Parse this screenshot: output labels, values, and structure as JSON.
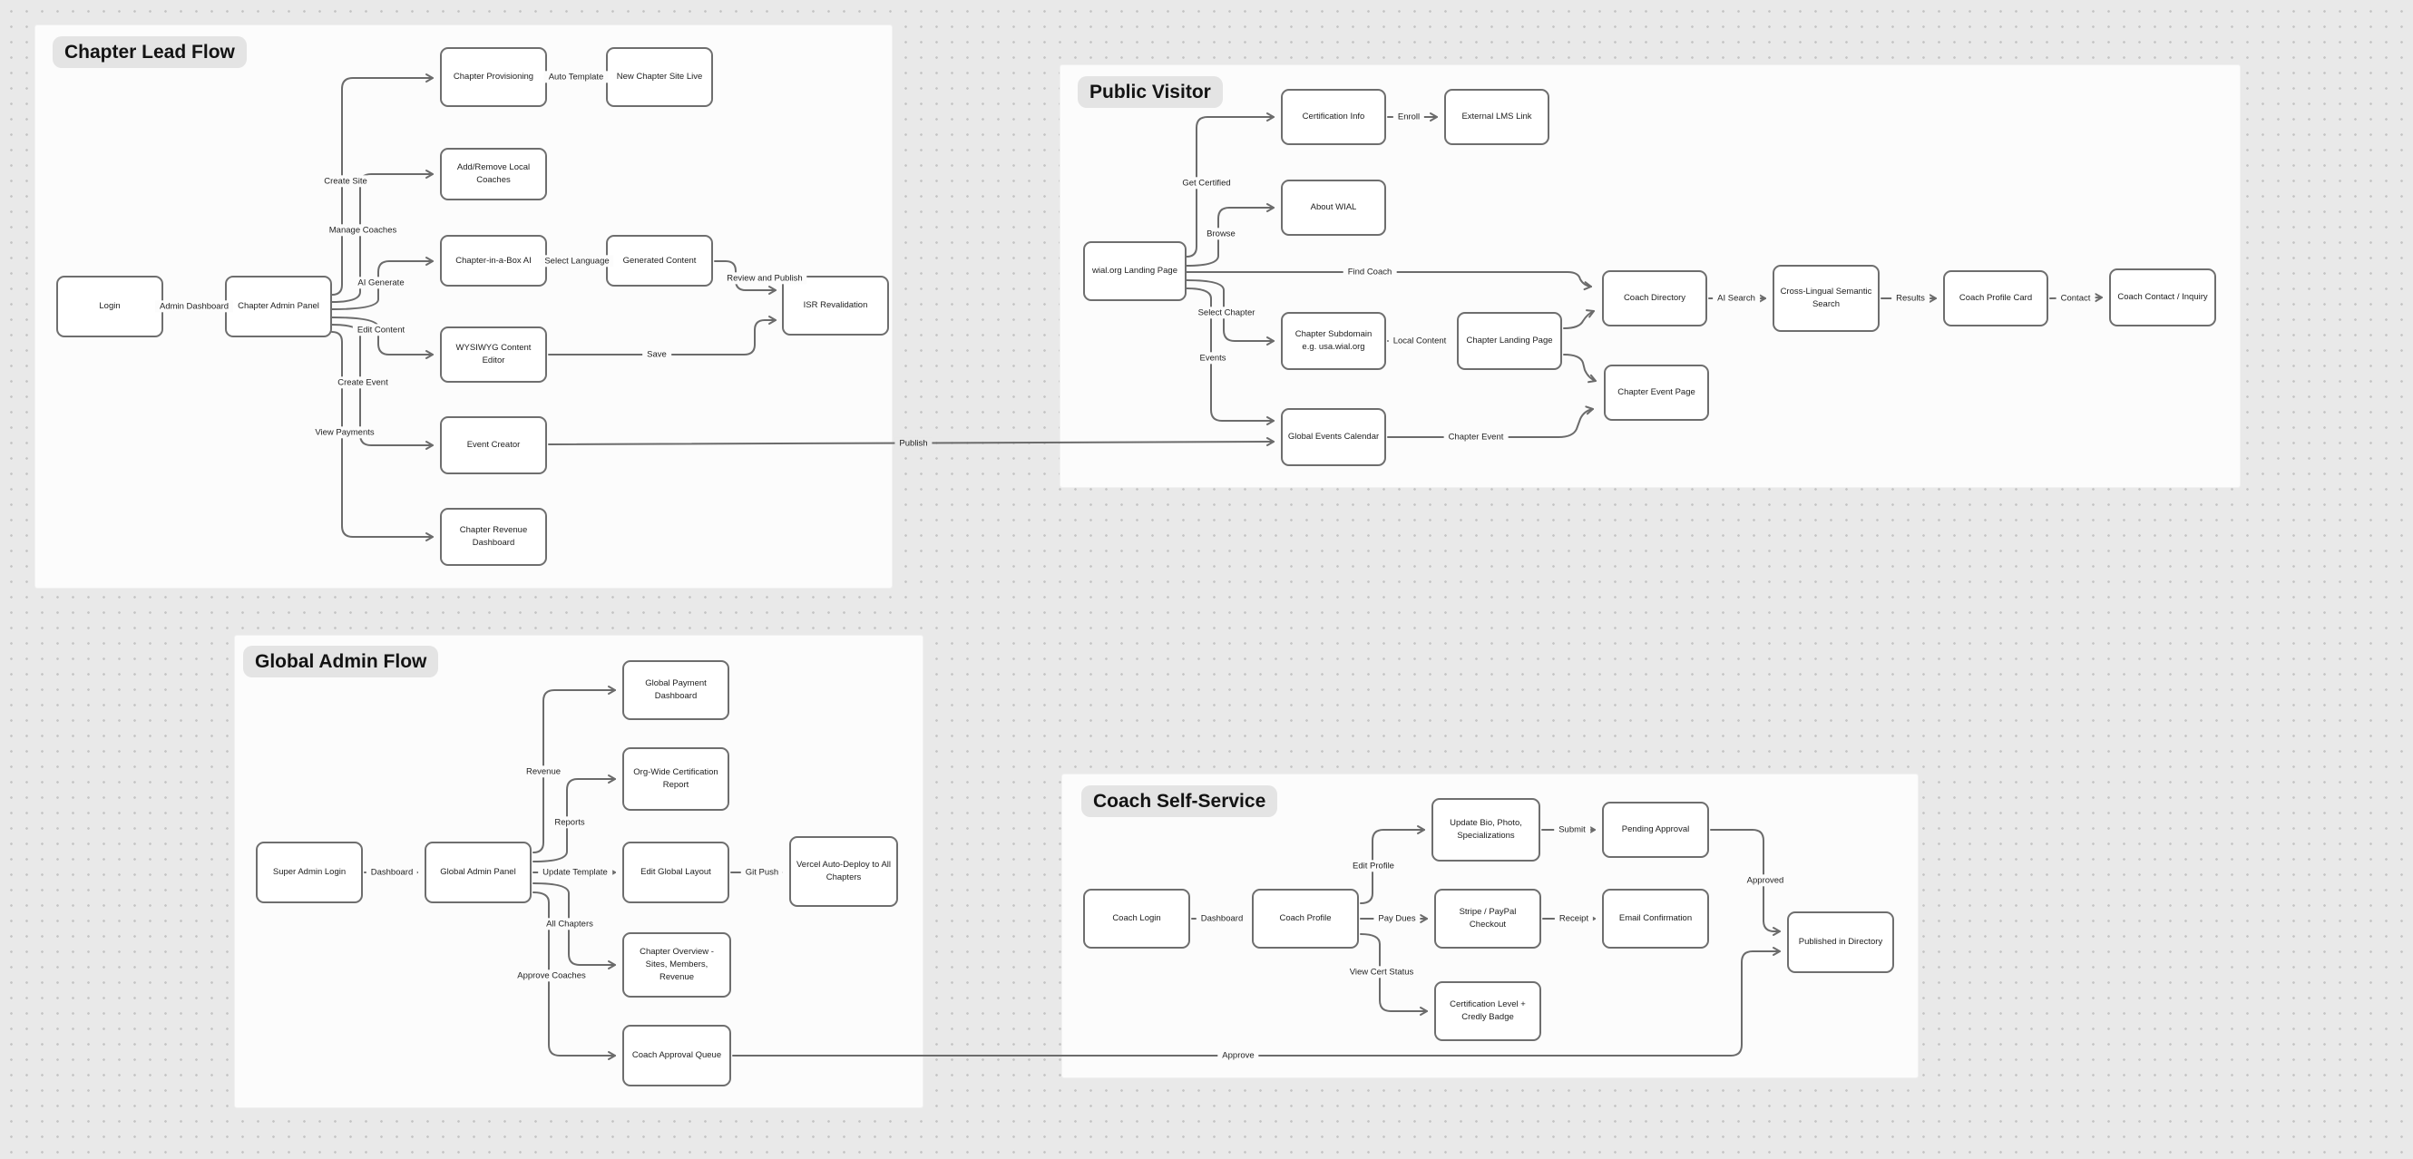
{
  "canvas": {
    "background_color": "#e9e9e9",
    "dot_color": "#c4c4c4",
    "frame_color": "#fcfcfc",
    "stroke_color": "#6b6b6b"
  },
  "frames": {
    "chapter_lead": {
      "title": "Chapter Lead Flow",
      "nodes": {
        "login": "Login",
        "chapter_admin_panel": "Chapter Admin Panel",
        "chapter_provisioning": "Chapter Provisioning",
        "new_chapter_site_live": "New Chapter Site Live",
        "add_remove_local_coaches": "Add/Remove Local Coaches",
        "chapter_in_a_box_ai": "Chapter-in-a-Box AI",
        "generated_content": "Generated Content",
        "isr_revalidation": "ISR Revalidation",
        "wysiwyg_content_editor": "WYSIWYG Content Editor",
        "event_creator": "Event Creator",
        "chapter_revenue_dashboard": "Chapter Revenue Dashboard"
      },
      "edge_labels": {
        "admin_dashboard": "Admin Dashboard",
        "create_site": "Create Site",
        "manage_coaches": "Manage Coaches",
        "ai_generate": "AI Generate",
        "edit_content": "Edit Content",
        "create_event": "Create Event",
        "view_payments": "View Payments",
        "auto_template": "Auto Template",
        "select_language": "Select Language",
        "review_and_publish": "Review and Publish",
        "save": "Save",
        "publish": "Publish"
      }
    },
    "public_visitor": {
      "title": "Public Visitor",
      "nodes": {
        "wial_org_landing_page": "wial.org Landing Page",
        "certification_info": "Certification Info",
        "external_lms_link": "External LMS Link",
        "about_wial": "About WIAL",
        "chapter_subdomain": "Chapter Subdomain e.g. usa.wial.org",
        "chapter_landing_page": "Chapter Landing Page",
        "global_events_calendar": "Global Events Calendar",
        "chapter_event_page": "Chapter Event Page",
        "coach_directory": "Coach Directory",
        "cross_lingual_semantic_search": "Cross-Lingual Semantic Search",
        "coach_profile_card": "Coach Profile Card",
        "coach_contact_inquiry": "Coach Contact / Inquiry"
      },
      "edge_labels": {
        "get_certified": "Get Certified",
        "browse": "Browse",
        "find_coach": "Find Coach",
        "select_chapter": "Select Chapter",
        "events": "Events",
        "enroll": "Enroll",
        "local_content": "Local Content",
        "chapter_event": "Chapter Event",
        "ai_search": "AI Search",
        "results": "Results",
        "contact": "Contact"
      }
    },
    "global_admin": {
      "title": "Global Admin Flow",
      "nodes": {
        "super_admin_login": "Super Admin Login",
        "global_admin_panel": "Global Admin Panel",
        "edit_global_layout": "Edit Global Layout",
        "vercel_auto_deploy": "Vercel Auto-Deploy to All Chapters",
        "global_payment_dashboard": "Global Payment Dashboard",
        "org_wide_certification_report": "Org-Wide Certification Report",
        "chapter_overview": "Chapter Overview - Sites, Members, Revenue",
        "coach_approval_queue": "Coach Approval Queue"
      },
      "edge_labels": {
        "dashboard": "Dashboard",
        "update_template": "Update Template",
        "git_push": "Git Push",
        "revenue": "Revenue",
        "reports": "Reports",
        "all_chapters": "All Chapters",
        "approve_coaches": "Approve Coaches",
        "approve": "Approve"
      }
    },
    "coach_self_service": {
      "title": "Coach Self-Service",
      "nodes": {
        "coach_login": "Coach Login",
        "coach_profile": "Coach Profile",
        "stripe_paypal_checkout": "Stripe / PayPal Checkout",
        "email_confirmation": "Email Confirmation",
        "update_bio": "Update Bio, Photo, Specializations",
        "pending_approval": "Pending Approval",
        "certification_level": "Certification Level + Credly Badge",
        "published_in_directory": "Published in Directory"
      },
      "edge_labels": {
        "dashboard": "Dashboard",
        "pay_dues": "Pay Dues",
        "receipt": "Receipt",
        "submit": "Submit",
        "edit_profile": "Edit Profile",
        "view_cert_status": "View Cert Status",
        "approved": "Approved"
      }
    }
  }
}
